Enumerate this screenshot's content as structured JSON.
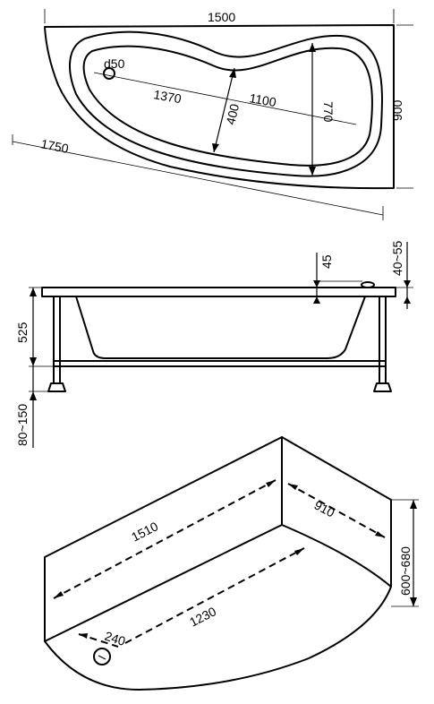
{
  "top_view": {
    "width": "1500",
    "length": "1750",
    "depth": "900",
    "inner_width": "770",
    "inner_length": "1370",
    "bowl_length": "1100",
    "bowl_width": "400",
    "drain": "d50"
  },
  "side_view": {
    "rim_height": "45",
    "rim_total": "40~55",
    "tub_height": "525",
    "leg_height": "80~150"
  },
  "panel_view": {
    "panel_length": "1510",
    "side_length": "910",
    "panel_height": "600~680",
    "base_length": "1230",
    "drain_offset": "240"
  }
}
